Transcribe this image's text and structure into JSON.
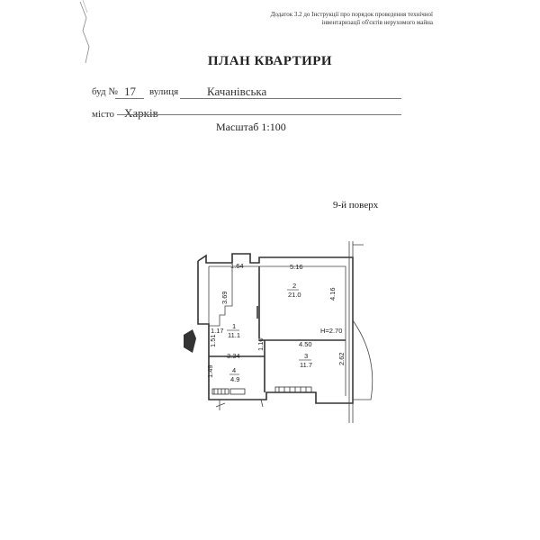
{
  "header": {
    "annex_line1": "Додаток 3.2 до Інструкції про порядок проведення технічної",
    "annex_line2": "інвентаризації об'єктів нерухомого майна"
  },
  "title": "ПЛАН КВАРТИРИ",
  "address": {
    "building_label": "буд №",
    "building_number": "17",
    "street_label": "вулиця",
    "street_name": "Качанівська",
    "city_label": "місто",
    "city_name": "Харків"
  },
  "scale": "Масштаб 1:100",
  "floor": "9-й поверх",
  "plan": {
    "dimensions": {
      "d1": "1.64",
      "d2": "5.16",
      "d3": "3.69",
      "d4": "4.16",
      "d5": "1.17",
      "d6": "1.51",
      "d7": "H=2.70",
      "d8": "4.50",
      "d9": "1.10",
      "d10": "3.34",
      "d11": "2.62",
      "d12": "1.49"
    },
    "rooms": [
      {
        "number": "1",
        "area": "11.1"
      },
      {
        "number": "2",
        "area": "21.0"
      },
      {
        "number": "3",
        "area": "11.7"
      },
      {
        "number": "4",
        "area": "4.9"
      }
    ]
  }
}
